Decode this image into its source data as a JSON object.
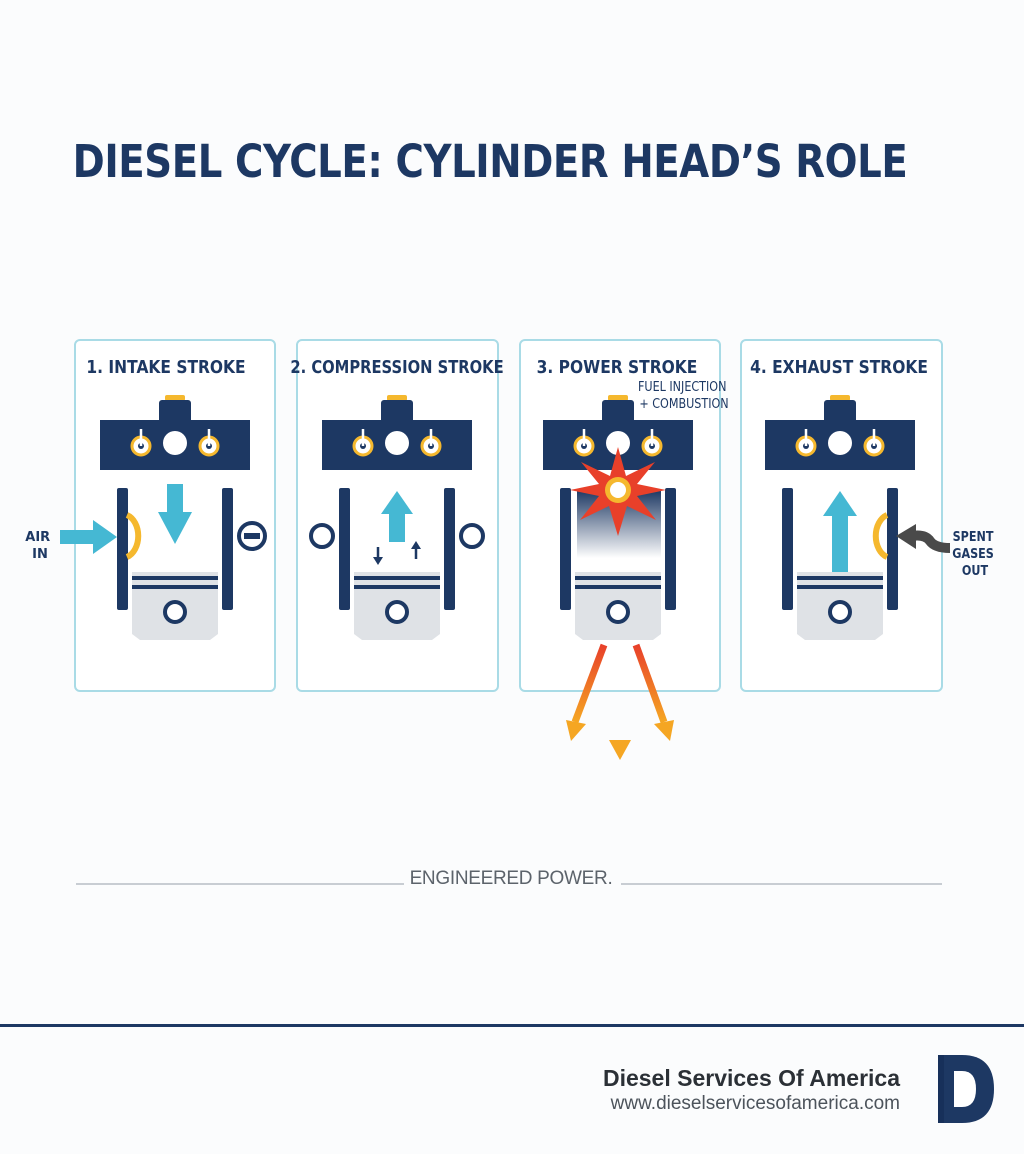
{
  "title": "DIESEL CYCLE: CYLINDER HEAD’S ROLE",
  "strokes": [
    {
      "label": "1. INTAKE STROKE"
    },
    {
      "label": "2. COMPRESSION STROKE"
    },
    {
      "label": "3. POWER STROKE"
    },
    {
      "label": "4. EXHAUST STROKE"
    }
  ],
  "annotations": {
    "air_in": [
      "AIR",
      "IN"
    ],
    "fuel": [
      "FUEL INJECTION",
      "+ COMBUSTION"
    ],
    "spent": [
      "SPENT",
      "GASES",
      "OUT"
    ]
  },
  "tagline": "ENGINEERED POWER.",
  "company": {
    "name": "Diesel Services Of America",
    "url": "www.dieselservicesofamerica.com",
    "logo_letter": "D"
  },
  "colors": {
    "navy": "#1d3863",
    "cyan": "#45b8d3",
    "yellow": "#f5b82e",
    "orange": "#f28a1e",
    "red": "#e8402a",
    "piston": "#dfe2e6",
    "panel_border": "#a9dbe6",
    "exhaust_arrow": "#4a4a4a"
  }
}
